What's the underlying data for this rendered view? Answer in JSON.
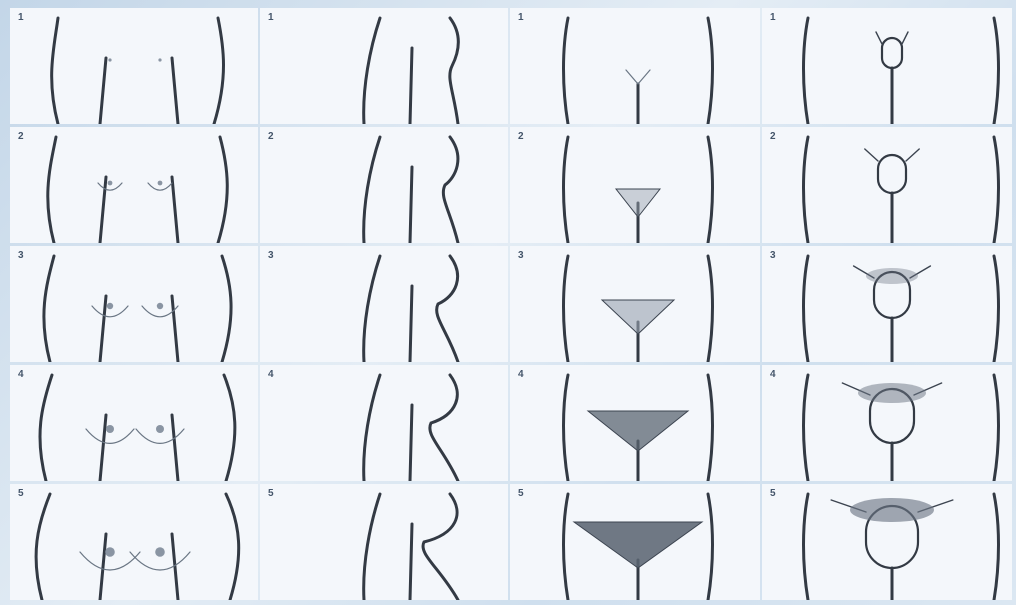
{
  "title": "",
  "columns": [
    {
      "id": "breast-front",
      "stage_labels": [
        "1",
        "2",
        "3",
        "4",
        "5"
      ]
    },
    {
      "id": "breast-side",
      "stage_labels": [
        "1",
        "2",
        "3",
        "4",
        "5"
      ]
    },
    {
      "id": "female-pubic",
      "stage_labels": [
        "1",
        "2",
        "3",
        "4",
        "5"
      ]
    },
    {
      "id": "male-genital",
      "stage_labels": [
        "1",
        "2",
        "3",
        "4",
        "5"
      ]
    }
  ],
  "colors": {
    "background": "#d6e3ef",
    "panel": "#f4f7fb",
    "line": "#333a44"
  }
}
